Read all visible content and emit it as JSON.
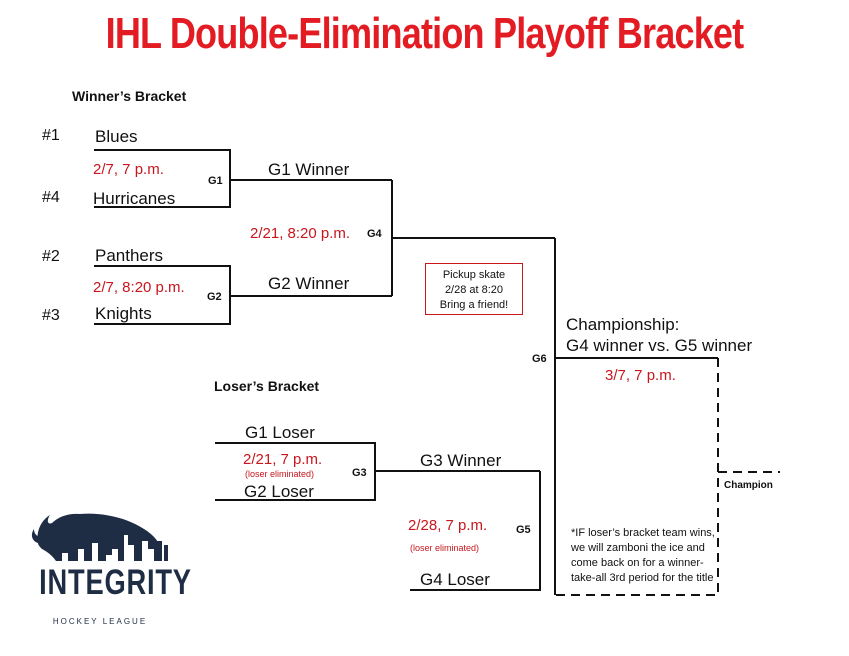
{
  "title": "IHL Double-Elimination Playoff Bracket",
  "winners_bracket": {
    "label": "Winner’s Bracket",
    "seeds": [
      "#1",
      "#4",
      "#2",
      "#3"
    ],
    "teams": [
      "Blues",
      "Hurricanes",
      "Panthers",
      "Knights"
    ],
    "g1": {
      "label": "G1",
      "date": "2/7, 7 p.m.",
      "winner": "G1 Winner"
    },
    "g2": {
      "label": "G2",
      "date": "2/7, 8:20 p.m.",
      "winner": "G2 Winner"
    },
    "g4": {
      "label": "G4",
      "date": "2/21, 8:20 p.m."
    }
  },
  "pickup": {
    "line1": "Pickup skate",
    "line2": "2/28 at 8:20",
    "line3": "Bring a friend!"
  },
  "championship": {
    "line1": "Championship:",
    "line2": "G4 winner vs. G5 winner",
    "game": "G6",
    "date": "3/7, 7 p.m.",
    "champion": "Champion"
  },
  "losers_bracket": {
    "label": "Loser’s Bracket",
    "g1_loser": "G1 Loser",
    "g2_loser": "G2 Loser",
    "g3": {
      "label": "G3",
      "date": "2/21, 7 p.m.",
      "note": "(loser eliminated)",
      "winner": "G3 Winner"
    },
    "g5": {
      "label": "G5",
      "date": "2/28, 7 p.m.",
      "note": "(loser eliminated)"
    },
    "g4_loser": "G4 Loser"
  },
  "if_note": "*IF loser’s bracket team wins, we will zamboni the ice and come back on for a winner-take-all 3rd period for the title",
  "logo": {
    "name": "INTEGRITY",
    "sub": "HOCKEY LEAGUE",
    "icon": "bison-skyline-icon"
  }
}
